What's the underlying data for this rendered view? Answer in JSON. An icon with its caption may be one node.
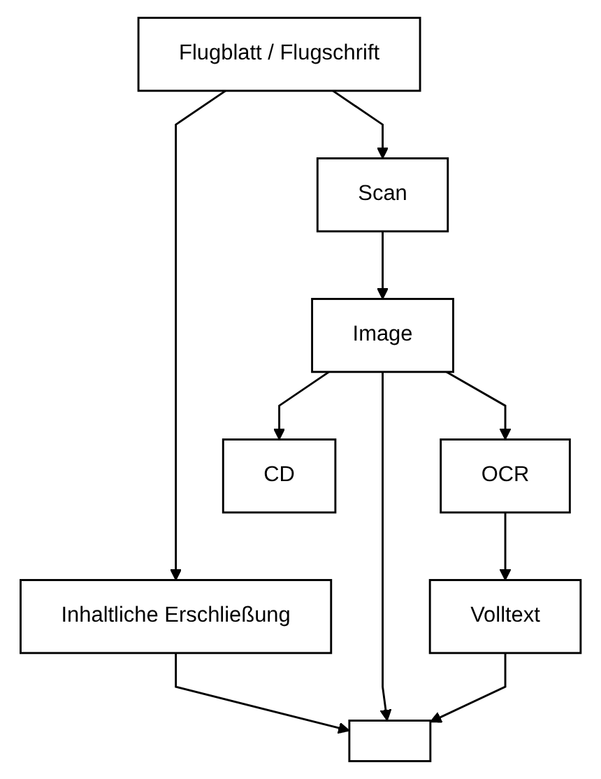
{
  "diagram": {
    "nodes": [
      {
        "text": [
          "Flugblatt / Flugschrift"
        ]
      },
      {
        "text": [
          "Inhaltliche Erschließung"
        ]
      },
      {
        "text": [
          "Scan"
        ]
      },
      {
        "text": [
          "Image"
        ]
      },
      {
        "text": [
          "OCR"
        ]
      },
      {
        "text": [
          "Volltext"
        ]
      },
      {
        "text": [],
        "shape": "box"
      },
      {
        "text": [
          "CD"
        ]
      }
    ],
    "edges": [
      {
        "from": 0,
        "to": 1,
        "arrow": "to"
      },
      {
        "from": 0,
        "to": 2,
        "arrow": "to"
      },
      {
        "from": 1,
        "to": 6,
        "arrow": "to"
      },
      {
        "from": 2,
        "to": 3,
        "arrow": "to"
      },
      {
        "from": 3,
        "to": 4,
        "arrow": "to"
      },
      {
        "from": 3,
        "to": 6,
        "arrow": "to"
      },
      {
        "from": 3,
        "to": 7,
        "arrow": "to"
      },
      {
        "from": 4,
        "to": 5,
        "arrow": "to"
      },
      {
        "from": 5,
        "to": 6,
        "arrow": "to"
      }
    ]
  }
}
